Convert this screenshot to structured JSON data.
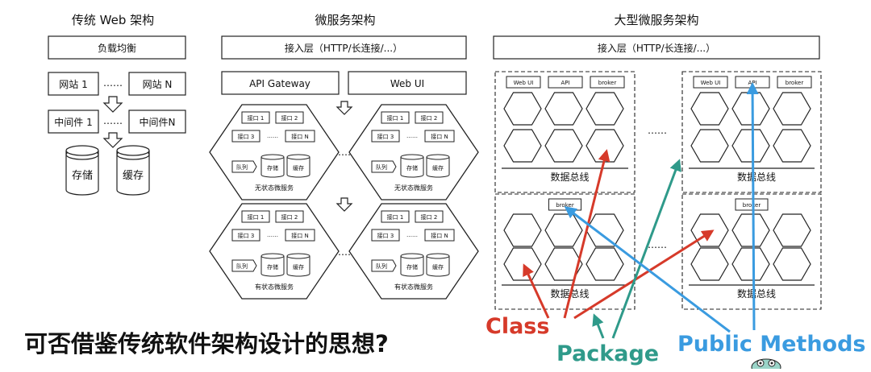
{
  "titles": {
    "traditional": "传统 Web 架构",
    "micro": "微服务架构",
    "large": "大型微服务架构"
  },
  "traditional": {
    "load_balancer": "负载均衡",
    "site_1": "网站 1",
    "site_n": "网站 N",
    "middleware_1": "中间件 1",
    "middleware_n": "中间件N",
    "ellipsis": "……",
    "storage": "存储",
    "cache": "缓存"
  },
  "micro": {
    "access_layer": "接入层（HTTP/长连接/...）",
    "api_gateway": "API Gateway",
    "web_ui": "Web UI",
    "iface_1": "接口 1",
    "iface_2": "接口 2",
    "iface_3": "接口 3",
    "iface_n": "接口 N",
    "dots": "……",
    "queue": "队列",
    "storage": "存储",
    "cache": "缓存",
    "stateless": "无状态微服务",
    "stateful": "有状态微服务"
  },
  "large": {
    "access_layer": "接入层（HTTP/长连接/...）",
    "web_ui": "Web UI",
    "api": "API",
    "broker": "broker",
    "data_bus": "数据总线",
    "dots": "……"
  },
  "question": "可否借鉴传统软件架构设计的思想?",
  "annotations": {
    "class": "Class",
    "package": "Package",
    "public_methods": "Public Methods"
  },
  "colors": {
    "class": "#d63a2a",
    "package": "#2f9a8a",
    "public_methods": "#3a9be0"
  },
  "icons": {
    "down_arrow": "hollow-down-arrow",
    "mascot": "cartoon-mascot"
  }
}
